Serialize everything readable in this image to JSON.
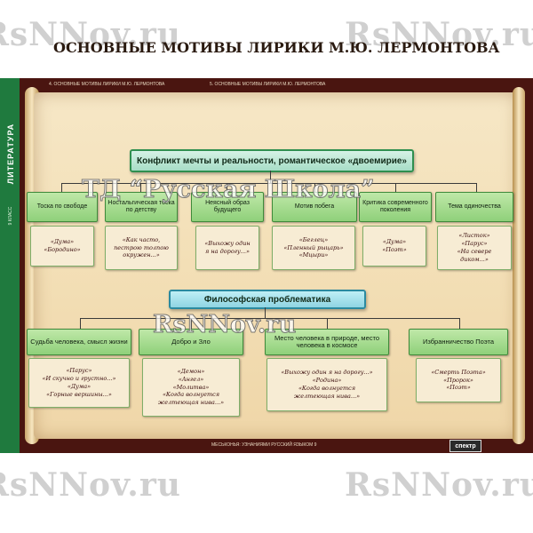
{
  "watermarks": {
    "corner": "RsNNov.ru",
    "center1": "ТД “Русская Школа”",
    "center2": "RsNNov.ru"
  },
  "spine": {
    "label": "ЛИТЕРАТУРА",
    "sub": "9 КЛАСС"
  },
  "captions": {
    "top_left": "4. ОСНОВНЫЕ МОТИВЫ ЛИРИКИ М.Ю. ЛЕРМОНТОВА",
    "top_right": "5. ОСНОВНЫЕ МОТИВЫ ЛИРИКИ М.Ю. ЛЕРМОНТОВА",
    "bottom": "МЕСЬКОНЬЯ: УЗНАНИЯМИ РУССКИЙ ЯЗЫКОМ 9"
  },
  "title": "ОСНОВНЫЕ МОТИВЫ ЛИРИКИ М.Ю. ЛЕРМОНТОВА",
  "header1": "Конфликт мечты и реальности, романтическое «двоемирие»",
  "header2": "Философская проблематика",
  "row1": [
    {
      "cat": "Тоска по свободе",
      "ex": [
        "«Дума»",
        "«Бородино»"
      ]
    },
    {
      "cat": "Ностальгическая тоска по детству",
      "ex": [
        "«Как часто,",
        "пестрою толпою",
        "окружен...»"
      ]
    },
    {
      "cat": "Неясный образ будущего",
      "ex": [
        "«Выхожу один",
        "я на дорогу...»"
      ]
    },
    {
      "cat": "Мотив побега",
      "ex": [
        "«Беглец»",
        "«Пленный рыцарь»",
        "«Мцыри»"
      ]
    },
    {
      "cat": "Критика современного поколения",
      "ex": [
        "«Дума»",
        "«Поэт»"
      ]
    },
    {
      "cat": "Тема одиночества",
      "ex": [
        "«Листок»",
        "«Парус»",
        "«На севере",
        "диком...»"
      ]
    }
  ],
  "row2": [
    {
      "cat": "Судьба человека, смысл жизни",
      "ex": [
        "«Парус»",
        "«И скучно и грустно...»",
        "«Дума»",
        "«Горные вершины...»"
      ]
    },
    {
      "cat": "Добро и Зло",
      "ex": [
        "«Демон»",
        "«Ангел»",
        "«Молитва»",
        "«Когда волнуется",
        "желтеющая нива...»"
      ]
    },
    {
      "cat": "Место человека в природе, место человека в космосе",
      "ex": [
        "«Выхожу один я на дорогу...»",
        "«Родина»",
        "«Когда волнуется",
        "желтеющая нива...»"
      ]
    },
    {
      "cat": "Избранничество Поэта",
      "ex": [
        "«Смерть Поэта»",
        "«Пророк»",
        "«Поэт»"
      ]
    }
  ],
  "publisher": "спектр"
}
